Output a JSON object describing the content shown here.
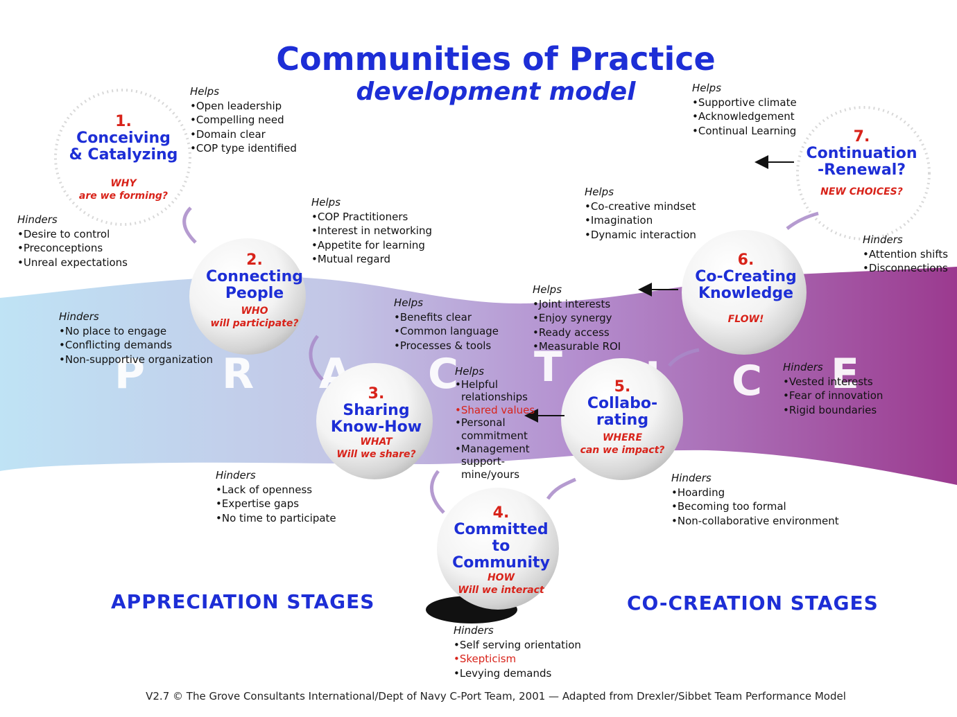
{
  "title": "Communities of Practice",
  "subtitle": "development model",
  "banner_letters": [
    "P",
    "R",
    "A",
    "C",
    "T",
    "I",
    "C",
    "E"
  ],
  "colors": {
    "blue": "#1d2ed6",
    "red": "#d8231a",
    "band_left": "#bfe3f5",
    "band_mid": "#b48fcf",
    "band_right": "#9b3a8f"
  },
  "stages": [
    {
      "number": "1.",
      "name_lines": [
        "Conceiving",
        "& Catalyzing"
      ],
      "question_lines": [
        "WHY",
        "are we forming?"
      ]
    },
    {
      "number": "2.",
      "name_lines": [
        "Connecting",
        "People"
      ],
      "question_lines": [
        "WHO",
        "will participate?"
      ]
    },
    {
      "number": "3.",
      "name_lines": [
        "Sharing",
        "Know-How"
      ],
      "question_lines": [
        "WHAT",
        "Will we share?"
      ]
    },
    {
      "number": "4.",
      "name_lines": [
        "Committed",
        "to",
        "Community"
      ],
      "question_lines": [
        "HOW",
        "Will we interact"
      ]
    },
    {
      "number": "5.",
      "name_lines": [
        "Collabo-",
        "rating"
      ],
      "question_lines": [
        "WHERE",
        "can we impact?"
      ]
    },
    {
      "number": "6.",
      "name_lines": [
        "Co-Creating",
        "Knowledge"
      ],
      "question_lines": [
        "FLOW!"
      ]
    },
    {
      "number": "7.",
      "name_lines": [
        "Continuation",
        "-Renewal?"
      ],
      "question_lines": [
        "NEW CHOICES?"
      ]
    }
  ],
  "blocks": [
    {
      "heading": "Helps",
      "items": [
        {
          "text": "•Open leadership"
        },
        {
          "text": "•Compelling need"
        },
        {
          "text": "•Domain clear"
        },
        {
          "text": "•COP type identified"
        }
      ]
    },
    {
      "heading": "Hinders",
      "items": [
        {
          "text": "•Desire to control"
        },
        {
          "text": "•Preconceptions"
        },
        {
          "text": "•Unreal expectations"
        }
      ]
    },
    {
      "heading": "Helps",
      "items": [
        {
          "text": "•COP Practitioners"
        },
        {
          "text": "•Interest in networking"
        },
        {
          "text": "•Appetite for learning"
        },
        {
          "text": "•Mutual regard"
        }
      ]
    },
    {
      "heading": "Hinders",
      "items": [
        {
          "text": "•No place to engage"
        },
        {
          "text": "•Conflicting demands"
        },
        {
          "text": "•Non-supportive organization"
        }
      ]
    },
    {
      "heading": "Helps",
      "items": [
        {
          "text": "•Benefits clear"
        },
        {
          "text": "•Common language"
        },
        {
          "text": "•Processes & tools"
        }
      ]
    },
    {
      "heading": "Hinders",
      "items": [
        {
          "text": "•Lack of openness"
        },
        {
          "text": "•Expertise gaps"
        },
        {
          "text": "•No time to participate"
        }
      ]
    },
    {
      "heading": "Helps",
      "items": [
        {
          "text": "•Helpful"
        },
        {
          "text": "  relationships"
        },
        {
          "text": "•Shared values",
          "red": true
        },
        {
          "text": "•Personal"
        },
        {
          "text": "  commitment"
        },
        {
          "text": "•Management"
        },
        {
          "text": "  support-"
        },
        {
          "text": "  mine/yours"
        }
      ]
    },
    {
      "heading": "Hinders",
      "items": [
        {
          "text": "•Self serving orientation"
        },
        {
          "text": "•Skepticism",
          "red": true
        },
        {
          "text": "•Levying demands"
        }
      ]
    },
    {
      "heading": "Helps",
      "items": [
        {
          "text": "•Joint interests"
        },
        {
          "text": "•Enjoy synergy"
        },
        {
          "text": "•Ready access"
        },
        {
          "text": "•Measurable ROI"
        }
      ]
    },
    {
      "heading": "Hinders",
      "items": [
        {
          "text": "•Hoarding"
        },
        {
          "text": "•Becoming too formal"
        },
        {
          "text": "•Non-collaborative environment"
        }
      ]
    },
    {
      "heading": "Helps",
      "items": [
        {
          "text": "•Co-creative mindset"
        },
        {
          "text": "•Imagination"
        },
        {
          "text": "•Dynamic interaction"
        }
      ]
    },
    {
      "heading": "Hinders",
      "items": [
        {
          "text": "•Vested interests"
        },
        {
          "text": "•Fear of innovation"
        },
        {
          "text": "•Rigid boundaries"
        }
      ]
    },
    {
      "heading": "Helps",
      "items": [
        {
          "text": "•Supportive climate"
        },
        {
          "text": "•Acknowledgement"
        },
        {
          "text": "•Continual Learning"
        }
      ]
    },
    {
      "heading": "Hinders",
      "items": [
        {
          "text": "•Attention shifts"
        },
        {
          "text": "•Disconnections"
        }
      ]
    }
  ],
  "appreciation_label": "APPRECIATION STAGES",
  "cocreation_label": "CO-CREATION STAGES",
  "credit": "V2.7 © The Grove Consultants International/Dept of Navy C-Port Team, 2001 — Adapted from Drexler/Sibbet Team Performance Model"
}
